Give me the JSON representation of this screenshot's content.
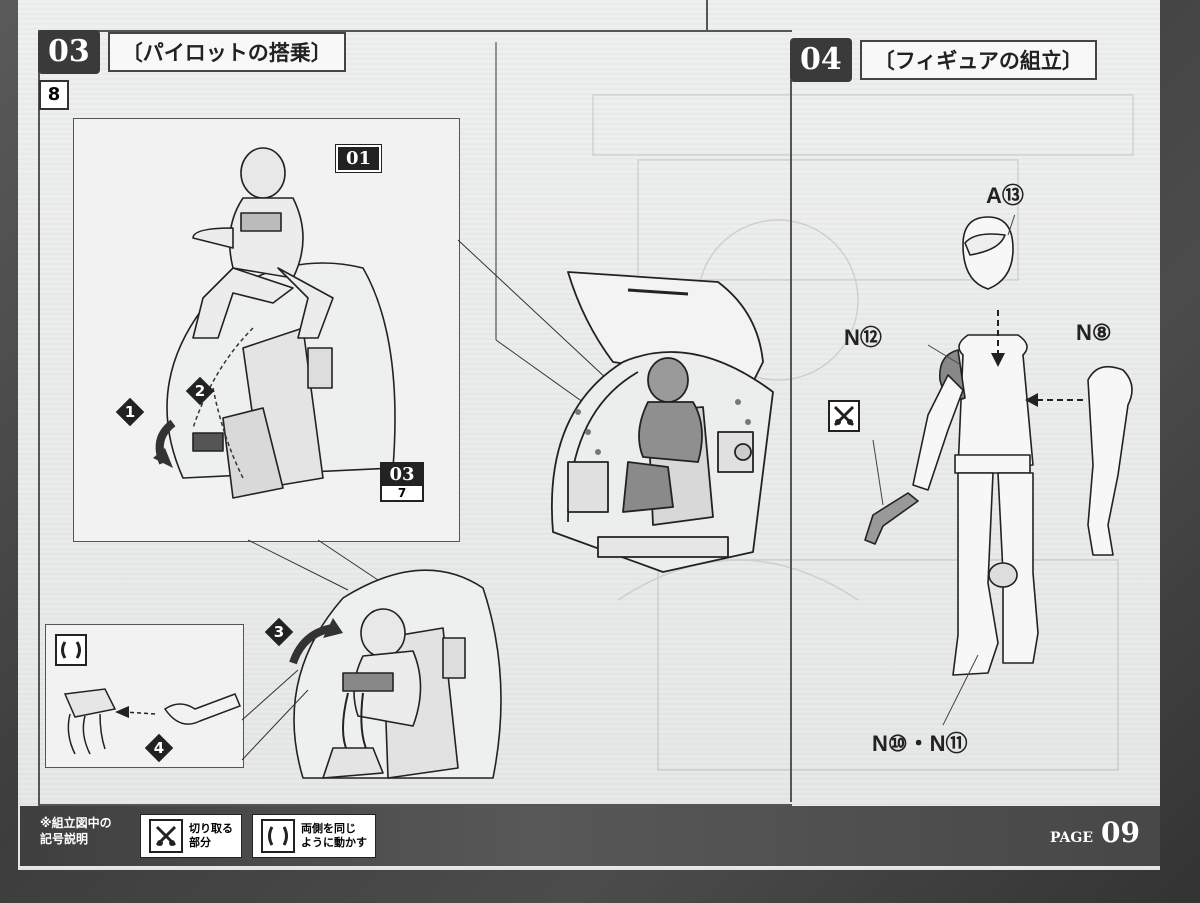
{
  "step03": {
    "number": "03",
    "title": "〔パイロットの搭乗〕",
    "sub_step": "8",
    "part_tag_pilot": "01",
    "part_tag_seat": "03",
    "part_tag_seat_sub": "7",
    "markers": [
      "1",
      "2",
      "3",
      "4"
    ]
  },
  "step04": {
    "number": "04",
    "title": "〔フィギュアの組立〕",
    "labels": {
      "head": "A⑬",
      "right_arm": "N⑫",
      "left_arm": "N⑧",
      "legs": "N⑩・N⑪"
    }
  },
  "footer": {
    "legend_title_line1": "※組立図中の",
    "legend_title_line2": "記号説明",
    "legend_cut_line1": "切り取る",
    "legend_cut_line2": "部分",
    "legend_move_line1": "両側を同じ",
    "legend_move_line2": "ように動かす",
    "page_label": "PAGE",
    "page_number": "09"
  },
  "icons": {
    "cut": "nipper-icon",
    "move": "symmetric-move-icon"
  }
}
